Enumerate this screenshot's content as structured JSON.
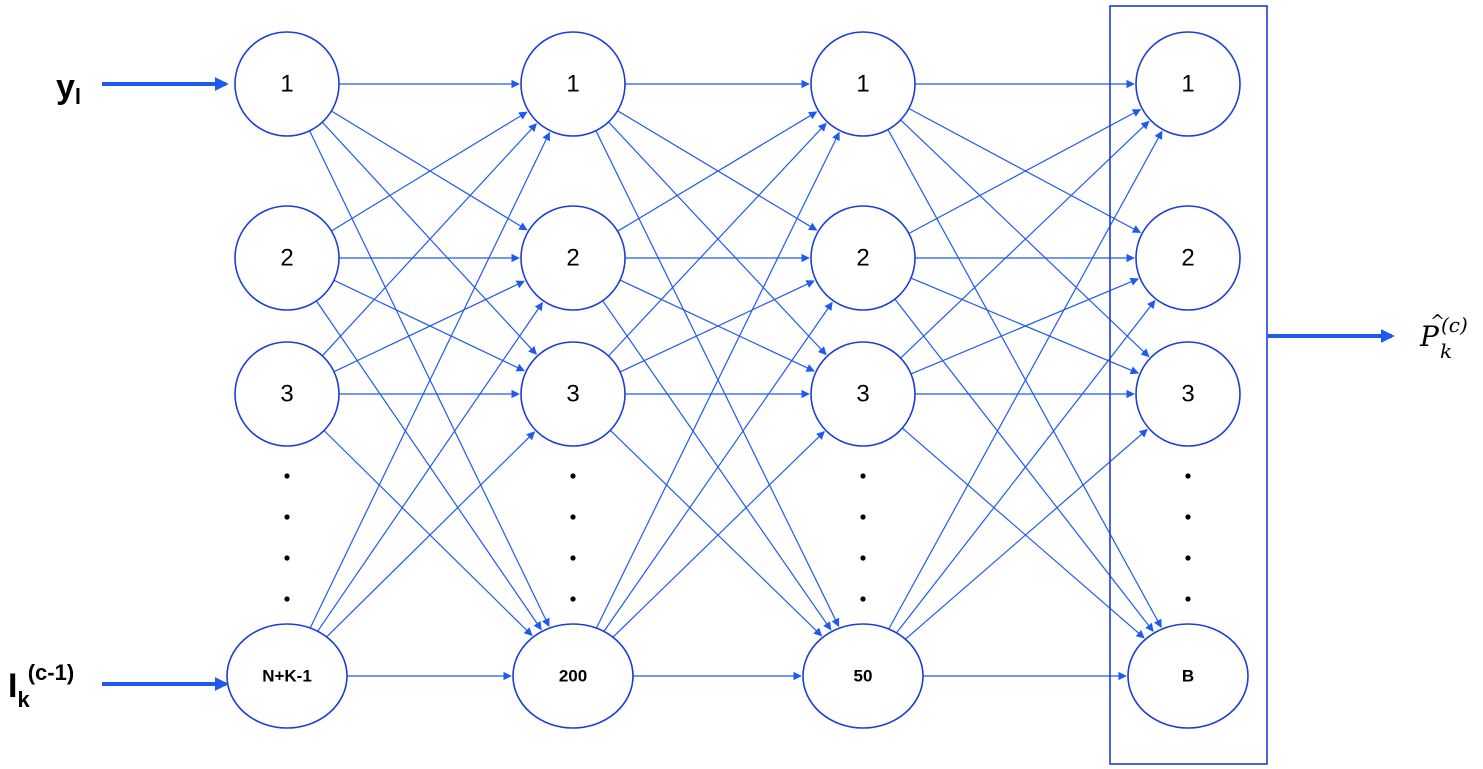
{
  "inputs": {
    "top": {
      "main": "y",
      "sub": "l"
    },
    "bottom": {
      "main": "I",
      "sub": "k",
      "sup": "(c-1)"
    }
  },
  "output": {
    "hat": "^",
    "main": "P",
    "sub": "k",
    "sup": "(c)"
  },
  "layers": [
    {
      "name": "input-layer",
      "labels": [
        "1",
        "2",
        "3",
        "N+K-1"
      ]
    },
    {
      "name": "hidden-layer-1",
      "labels": [
        "1",
        "2",
        "3",
        "200"
      ]
    },
    {
      "name": "hidden-layer-2",
      "labels": [
        "1",
        "2",
        "3",
        "50"
      ]
    },
    {
      "name": "output-layer",
      "labels": [
        "1",
        "2",
        "3",
        "B"
      ]
    }
  ],
  "colors": {
    "edge": "#1f5af0",
    "node_stroke": "#1a3ed6",
    "text": "#000000"
  }
}
